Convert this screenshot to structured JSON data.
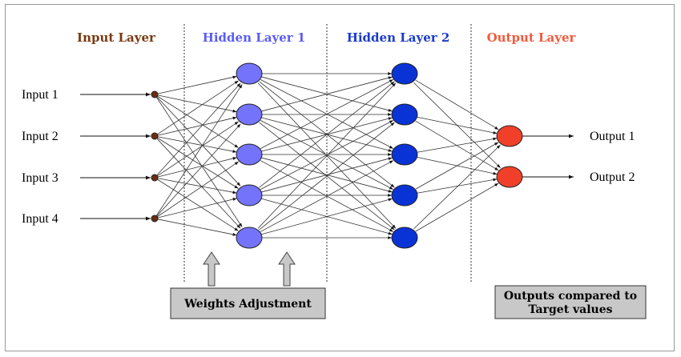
{
  "layers": {
    "input": {
      "title": "Input Layer",
      "color": "#7a3a12"
    },
    "hidden1": {
      "title": "Hidden Layer 1",
      "color": "#5b5bf5"
    },
    "hidden2": {
      "title": "Hidden Layer 2",
      "color": "#1a3bc9"
    },
    "output": {
      "title": "Output Layer",
      "color": "#f25a3c"
    }
  },
  "inputs": [
    "Input 1",
    "Input 2",
    "Input 3",
    "Input 4"
  ],
  "outputs": [
    "Output 1",
    "Output 2"
  ],
  "boxes": {
    "weights": "Weights Adjustment",
    "compare_line1": "Outputs compared to",
    "compare_line2": "Target values"
  },
  "colors": {
    "input_node": "#6b2e12",
    "hidden1_node": "#7373fb",
    "hidden2_node": "#0a33d6",
    "output_node": "#f0402a",
    "box_fill": "#c8c8c8"
  }
}
